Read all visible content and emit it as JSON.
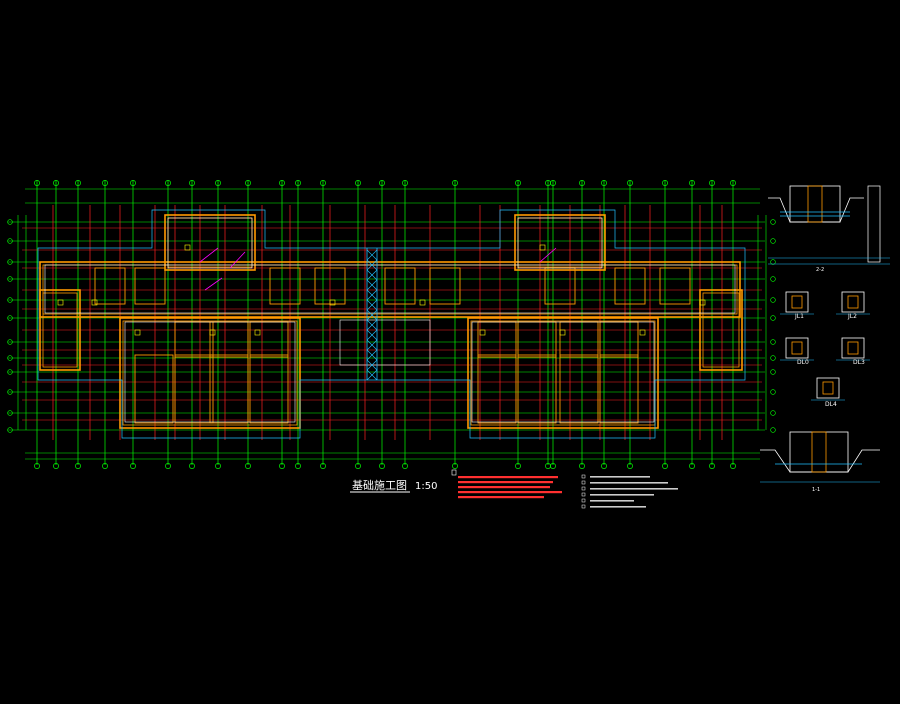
{
  "drawing": {
    "title": "基础施工图",
    "scale": "1:50"
  },
  "details": {
    "section_top": "2-2",
    "section_bottom": "1-1",
    "beams": [
      "JL1",
      "JL2",
      "DL0",
      "DL3",
      "DL4"
    ]
  },
  "colors": {
    "background": "#000000",
    "grid": "#00ff00",
    "axis": "#ff2020",
    "wall": "#ff9900",
    "structure": "#ffffff",
    "dim": "#20c0ff",
    "note": "#ff3030",
    "column": "#ffff00",
    "magenta": "#ff00ff"
  }
}
